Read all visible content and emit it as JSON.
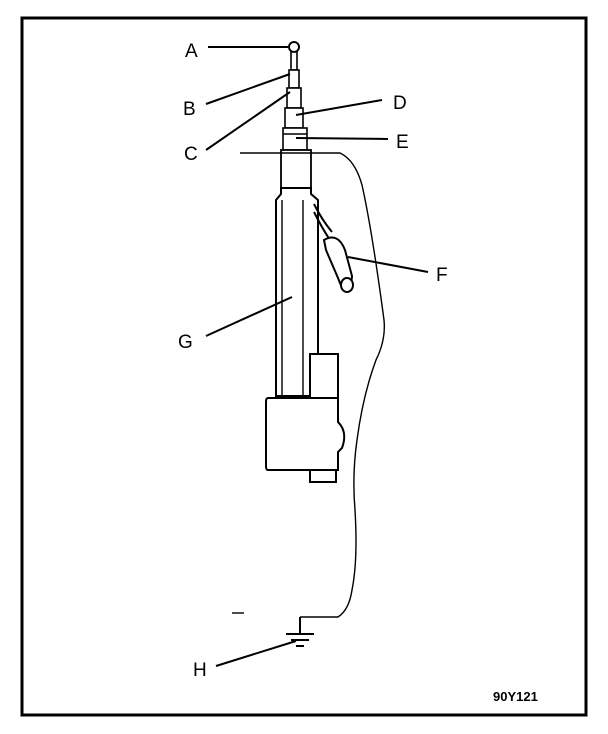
{
  "diagram": {
    "labels": {
      "a": "A",
      "b": "B",
      "c": "C",
      "d": "D",
      "e": "E",
      "f": "F",
      "g": "G",
      "h": "H"
    },
    "figure_code": "90Y121"
  }
}
